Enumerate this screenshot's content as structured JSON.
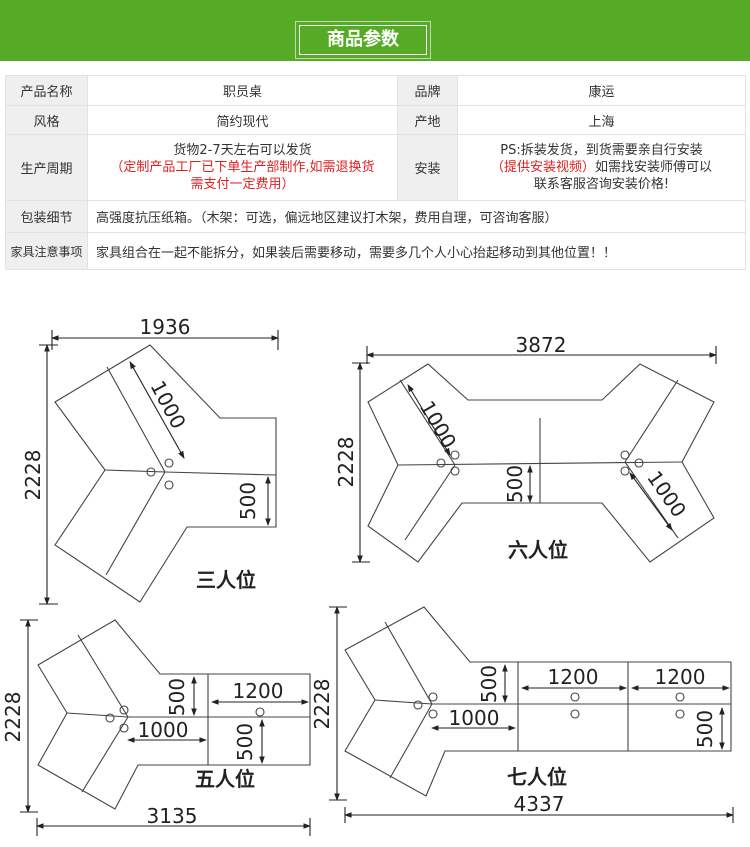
{
  "banner": {
    "title": "商品参数"
  },
  "params": {
    "name_label": "产品名称",
    "name_value": "职员桌",
    "brand_label": "品牌",
    "brand_value": "康运",
    "style_label": "风格",
    "style_value": "简约现代",
    "origin_label": "产地",
    "origin_value": "上海",
    "cycle_label": "生产周期",
    "cycle_line1": "货物2-7天左右可以发货",
    "cycle_line2": "（定制产品工厂已下单生产部制作,如需退换货",
    "cycle_line3": "需支付一定费用）",
    "install_label": "安装",
    "install_line1": "PS:拆装发货，到货需要亲自行安装",
    "install_red": "（提供安装视频）",
    "install_line2": "如需找安装师傅可以",
    "install_line3": "联系客服咨询安装价格!",
    "pack_label": "包装细节",
    "pack_value": "高强度抗压纸箱。（木架：可选，偏远地区建议打木架，费用自理，可咨询客服）",
    "care_label": "家具注意事项",
    "care_value": "家具组合在一起不能拆分，如果装后需要移动，需要多几个人小心抬起移动到其他位置！！"
  },
  "drawings": {
    "three": {
      "width": "1936",
      "height": "2228",
      "wing": "1000",
      "depth": "500",
      "caption": "三人位"
    },
    "six": {
      "width": "3872",
      "height": "2228",
      "wing_left": "1000",
      "wing_right": "1000",
      "depth": "500",
      "caption": "六人位"
    },
    "five": {
      "width": "3135",
      "height": "2228",
      "depth_a": "500",
      "length": "1200",
      "wing": "1000",
      "depth_b": "500",
      "caption": "五人位"
    },
    "seven": {
      "width": "4337",
      "height": "2228",
      "depth_a": "500",
      "length_a": "1200",
      "length_b": "1200",
      "wing": "1000",
      "depth_b": "500",
      "caption": "七人位"
    }
  }
}
